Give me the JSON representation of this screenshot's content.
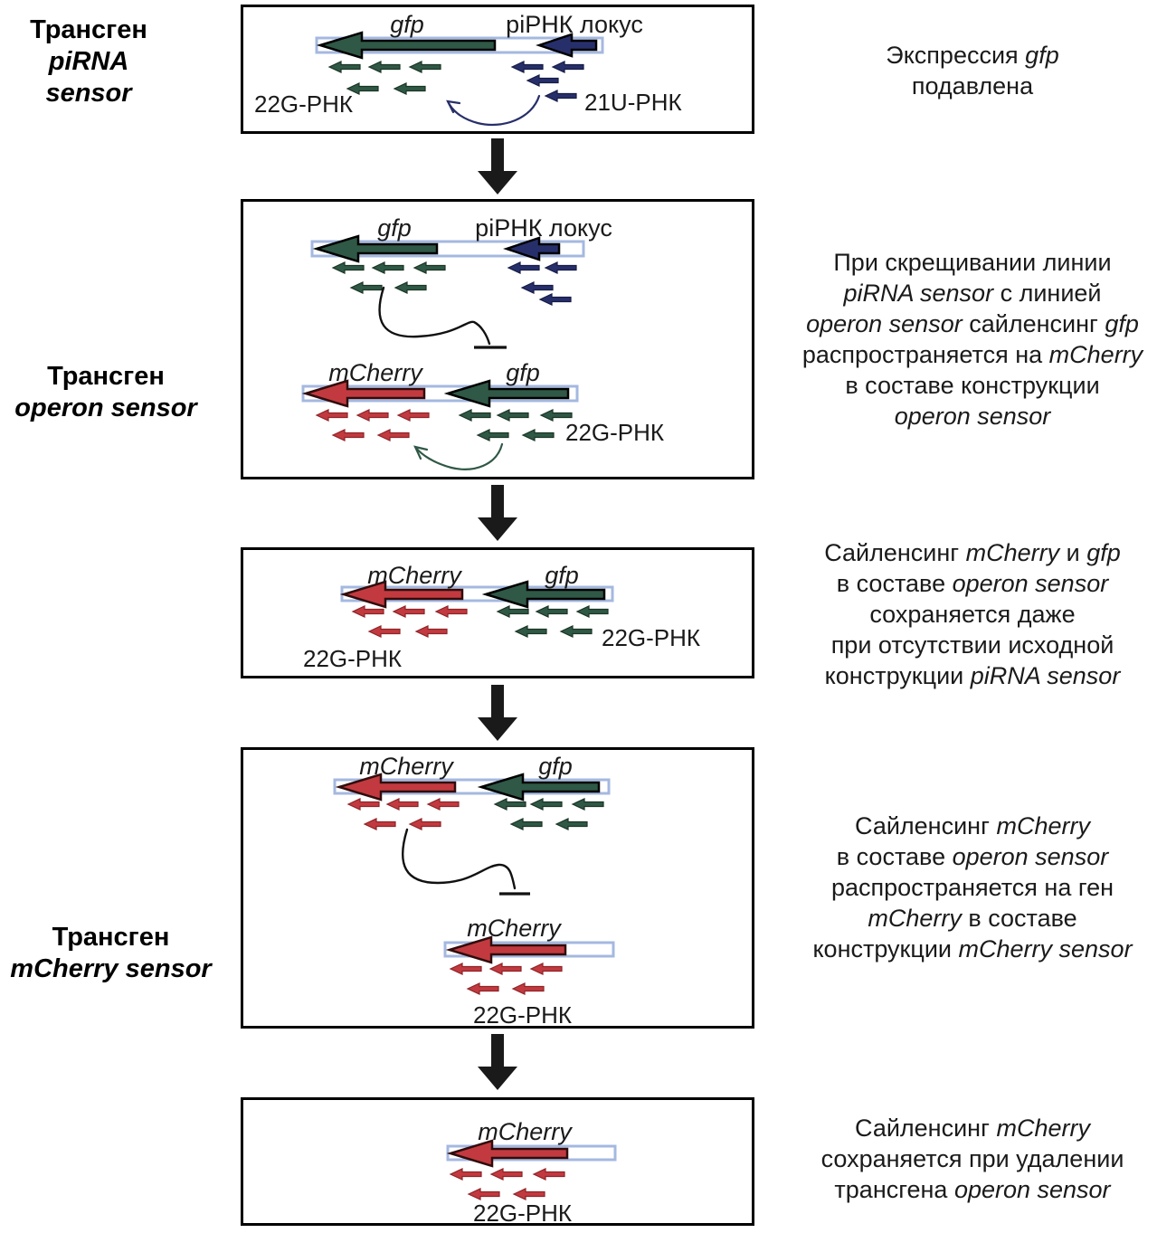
{
  "colors": {
    "gfp_green": "#2f5846",
    "pirna_navy": "#272f6b",
    "mcherry_red": "#c23a3f",
    "construct_bar_outline": "#a4b8e0",
    "box_border": "#000000",
    "text": "#1a1a1a"
  },
  "panel1": {
    "left_label_line1": "Трансген",
    "left_label_line2": "piRNA sensor",
    "gene_gfp": "gfp",
    "gene_pirna_locus": "piРНК локус",
    "label_22g": "22G-РНК",
    "label_21u": "21U-РНК",
    "right_text": [
      [
        {
          "t": "Экспрессия ",
          "i": false
        },
        {
          "t": "gfp",
          "i": true
        }
      ],
      [
        {
          "t": "подавлена",
          "i": false
        }
      ]
    ]
  },
  "panel2": {
    "left_label_line1": "Трансген",
    "left_label_line2": "operon sensor",
    "gene_gfp_top": "gfp",
    "gene_pirna_locus": "piРНК локус",
    "gene_mcherry": "mCherry",
    "gene_gfp_bottom": "gfp",
    "label_22g": "22G-РНК",
    "right_text": [
      [
        {
          "t": "При скрещивании линии",
          "i": false
        }
      ],
      [
        {
          "t": "piRNA sensor",
          "i": true
        },
        {
          "t": " с линией",
          "i": false
        }
      ],
      [
        {
          "t": "operon sensor",
          "i": true
        },
        {
          "t": " сайленсинг ",
          "i": false
        },
        {
          "t": "gfp",
          "i": true
        }
      ],
      [
        {
          "t": "распространяется на ",
          "i": false
        },
        {
          "t": "mCherry",
          "i": true
        }
      ],
      [
        {
          "t": "в составе конструкции",
          "i": false
        }
      ],
      [
        {
          "t": "operon sensor",
          "i": true
        }
      ]
    ]
  },
  "panel3": {
    "gene_mcherry": "mCherry",
    "gene_gfp": "gfp",
    "label_22g_left": "22G-РНК",
    "label_22g_right": "22G-РНК",
    "right_text": [
      [
        {
          "t": "Сайленсинг ",
          "i": false
        },
        {
          "t": "mCherry",
          "i": true
        },
        {
          "t": " и ",
          "i": false
        },
        {
          "t": "gfp",
          "i": true
        }
      ],
      [
        {
          "t": "в составе ",
          "i": false
        },
        {
          "t": "operon sensor",
          "i": true
        }
      ],
      [
        {
          "t": "сохраняется даже",
          "i": false
        }
      ],
      [
        {
          "t": "при отсутствии исходной",
          "i": false
        }
      ],
      [
        {
          "t": "конструкции ",
          "i": false
        },
        {
          "t": "piRNA sensor",
          "i": true
        }
      ]
    ]
  },
  "panel4": {
    "left_label_line1": "Трансген",
    "left_label_line2": "mCherry sensor",
    "gene_mcherry_top": "mCherry",
    "gene_gfp_top": "gfp",
    "gene_mcherry_bottom": "mCherry",
    "label_22g": "22G-РНК",
    "right_text": [
      [
        {
          "t": "Сайленсинг ",
          "i": false
        },
        {
          "t": "mCherry",
          "i": true
        }
      ],
      [
        {
          "t": "в составе ",
          "i": false
        },
        {
          "t": "operon sensor",
          "i": true
        }
      ],
      [
        {
          "t": "распространяется на ген",
          "i": false
        }
      ],
      [
        {
          "t": "mCherry",
          "i": true
        },
        {
          "t": " в составе",
          "i": false
        }
      ],
      [
        {
          "t": "конструкции ",
          "i": false
        },
        {
          "t": "mCherry sensor",
          "i": true
        }
      ]
    ]
  },
  "panel5": {
    "gene_mcherry": "mCherry",
    "label_22g": "22G-РНК",
    "right_text": [
      [
        {
          "t": "Сайленсинг ",
          "i": false
        },
        {
          "t": "mCherry",
          "i": true
        }
      ],
      [
        {
          "t": "сохраняется при удалении",
          "i": false
        }
      ],
      [
        {
          "t": "трансгена ",
          "i": false
        },
        {
          "t": "operon sensor",
          "i": true
        }
      ]
    ]
  }
}
